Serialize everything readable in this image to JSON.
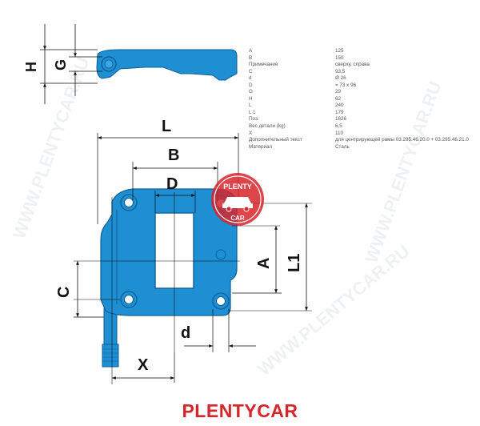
{
  "drawing": {
    "dimension_labels": {
      "H": "H",
      "G": "G",
      "L": "L",
      "B": "B",
      "D": "D",
      "A": "A",
      "L1": "L1",
      "C": "C",
      "d": "d",
      "X": "X"
    },
    "colors": {
      "part": "#1e8fd3",
      "part_dark": "#0f5f96",
      "dim_line": "#111111"
    }
  },
  "stamp": {
    "text": "PLENTY",
    "text_lower": "CAR",
    "color": "#d6262b"
  },
  "watermark": {
    "text": "WWW.PLENTYCAR.RU"
  },
  "specs": [
    {
      "key": "A",
      "value": "125"
    },
    {
      "key": "B",
      "value": "150"
    },
    {
      "key": "Примечание",
      "value": "сверху, справа"
    },
    {
      "key": "C",
      "value": "93,5"
    },
    {
      "key": "d",
      "value": "Ø 26"
    },
    {
      "key": "D",
      "value": "= 73 x 96"
    },
    {
      "key": "G",
      "value": "29"
    },
    {
      "key": "H",
      "value": "62"
    },
    {
      "key": "L",
      "value": "240"
    },
    {
      "key": "L 1",
      "value": "179"
    },
    {
      "key": "Поз.",
      "value": "1626"
    },
    {
      "key": "Вес детали (kg)",
      "value": "6,5"
    },
    {
      "key": "X",
      "value": "110"
    },
    {
      "key": "Дополнительный текст",
      "value": "для центрирующей рамы 03.295.46.20.0 + 03.295.46.21.0"
    },
    {
      "key": "Материал",
      "value": "Сталь"
    }
  ],
  "footer": {
    "brand": "PLENTYCAR"
  }
}
